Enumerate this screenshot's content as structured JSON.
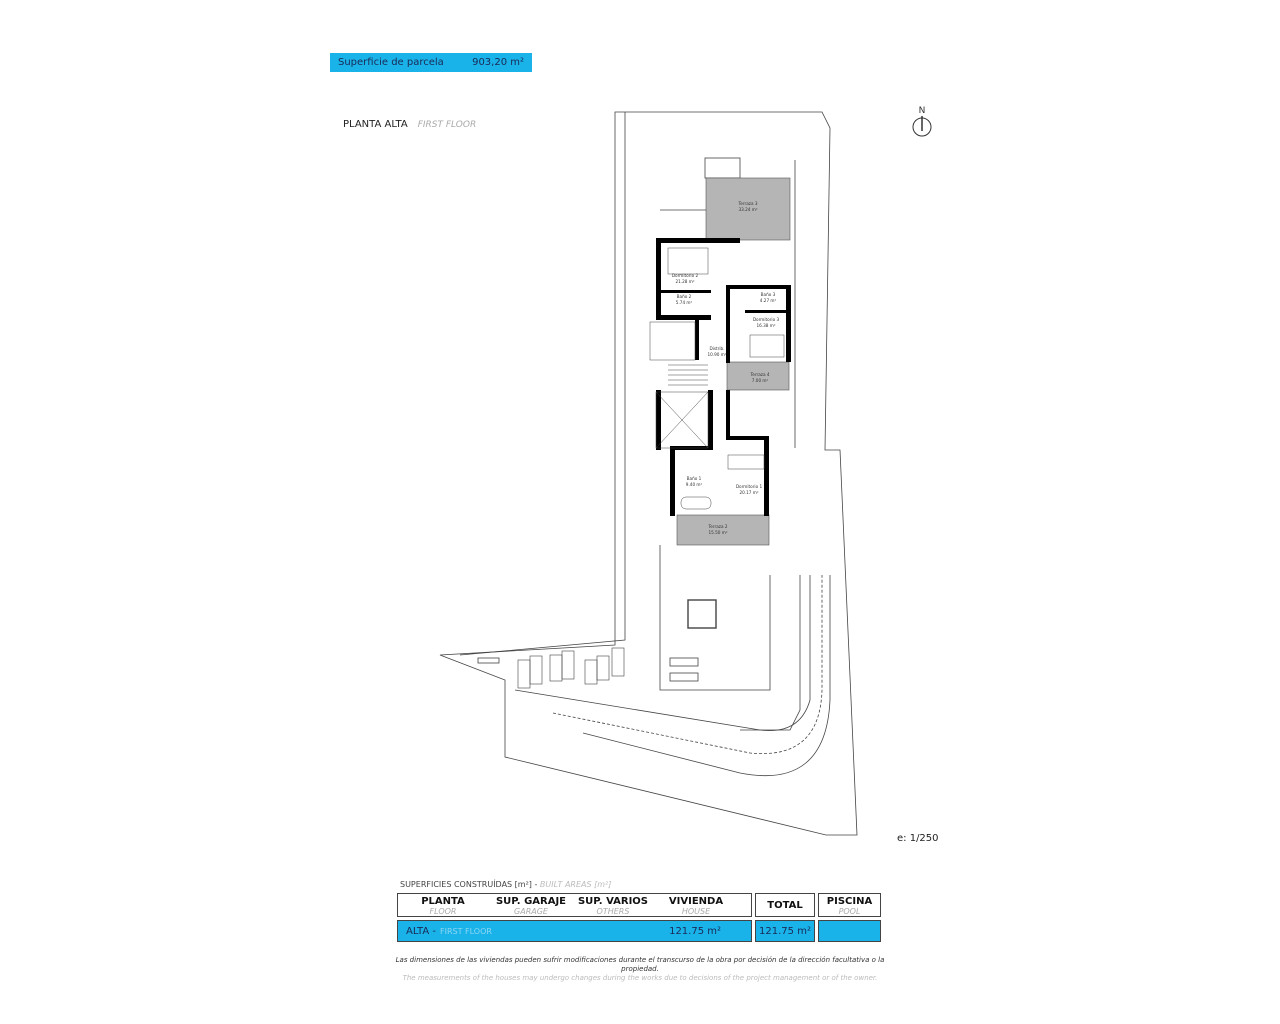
{
  "plot": {
    "label": "Superficie de parcela",
    "value": "903,20 m²"
  },
  "title": {
    "es": "PLANTA ALTA",
    "en": "FIRST FLOOR"
  },
  "north_label": "N",
  "scale": "e: 1/250",
  "rooms": [
    {
      "name": "Terraza 3",
      "area": "33.24 m²"
    },
    {
      "name": "Dormitorio 2",
      "area": "21.28 m²"
    },
    {
      "name": "Baño 2",
      "area": "5.74 m²"
    },
    {
      "name": "Baño 3",
      "area": "4.27 m²"
    },
    {
      "name": "Dormitorio 3",
      "area": "16.38 m²"
    },
    {
      "name": "Distrib.",
      "area": "10.90 m²"
    },
    {
      "name": "Terraza 4",
      "area": "7.00 m²"
    },
    {
      "name": "Baño 1",
      "area": "9.40 m²"
    },
    {
      "name": "Dormitorio 1",
      "area": "20.17 m²"
    },
    {
      "name": "Terraza 2",
      "area": "15.50 m²"
    }
  ],
  "areas": {
    "caption_es": "SUPERFICIES CONSTRUÍDAS [m²] -",
    "caption_en": "BUILT AREAS [m²]",
    "headers": [
      {
        "es": "PLANTA",
        "en": "FLOOR"
      },
      {
        "es": "SUP. GARAJE",
        "en": "GARAGE"
      },
      {
        "es": "SUP. VARIOS",
        "en": "OTHERS"
      },
      {
        "es": "VIVIENDA",
        "en": "HOUSE"
      },
      {
        "es": "TOTAL",
        "en": ""
      },
      {
        "es": "PISCINA",
        "en": "POOL"
      }
    ],
    "row": {
      "floor": "ALTA -",
      "floor_en": "FIRST FLOOR",
      "house": "121.75 m²",
      "total": "121.75 m²",
      "pool": ""
    }
  },
  "disclaimer": {
    "es": "Las dimensiones de las viviendas pueden sufrir modificaciones durante el transcurso de la obra por decisión de la dirección facultativa o la propiedad.",
    "en": "The measurements of the houses may undergo changes during the works due to decisions of the project management or of the owner."
  },
  "colors": {
    "accent": "#19b3ea",
    "terrace_fill": "#b5b5b5",
    "wall": "#000000"
  }
}
